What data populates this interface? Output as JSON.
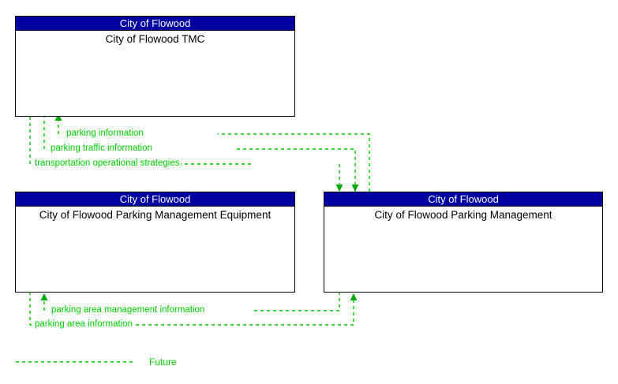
{
  "diagram": {
    "type": "architecture-interconnect-diagram",
    "accent_color": "#00cc00",
    "node_header_color": "#0000a0",
    "node_header_text_color": "#ffffff",
    "node_border_color": "#000000",
    "background_color": "#ffffff"
  },
  "nodes": [
    {
      "id": "tmc",
      "stakeholder": "City of Flowood",
      "name": "City of Flowood TMC"
    },
    {
      "id": "parking-equipment",
      "stakeholder": "City of Flowood",
      "name": "City of Flowood Parking Management Equipment"
    },
    {
      "id": "parking-management",
      "stakeholder": "City of Flowood",
      "name": "City of Flowood Parking Management"
    }
  ],
  "flows": [
    {
      "id": "flow-parking-information",
      "label": "parking information",
      "from": "parking-management",
      "to": "tmc",
      "status": "Future"
    },
    {
      "id": "flow-parking-traffic-information",
      "label": "parking traffic information",
      "from": "parking-management",
      "to": "tmc",
      "status": "Future"
    },
    {
      "id": "flow-transportation-operational-strategies",
      "label": "transportation operational strategies",
      "from": "tmc",
      "to": "parking-management",
      "status": "Future"
    },
    {
      "id": "flow-parking-area-management-information",
      "label": "parking area management information",
      "from": "parking-management",
      "to": "parking-equipment",
      "status": "Future"
    },
    {
      "id": "flow-parking-area-information",
      "label": "parking area information",
      "from": "parking-equipment",
      "to": "parking-management",
      "status": "Future"
    }
  ],
  "legend": {
    "items": [
      {
        "label": "Future",
        "line_style": "dashed",
        "color": "#00cc00"
      }
    ]
  }
}
